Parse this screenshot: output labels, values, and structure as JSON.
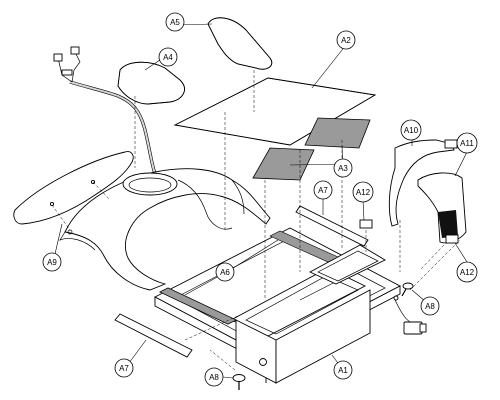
{
  "callouts": {
    "a1": "A1",
    "a2": "A2",
    "a3": "A3",
    "a4": "A4",
    "a5": "A5",
    "a6": "A6",
    "a7_top": "A7",
    "a7_bottom": "A7",
    "a8_right": "A8",
    "a8_bottom": "A8",
    "a9": "A9",
    "a10": "A10",
    "a11": "A11",
    "a12_top": "A12",
    "a12_bottom": "A12"
  },
  "colors": {
    "stroke": "#000000",
    "pad": "#9a9a9a",
    "background": "#ffffff"
  }
}
